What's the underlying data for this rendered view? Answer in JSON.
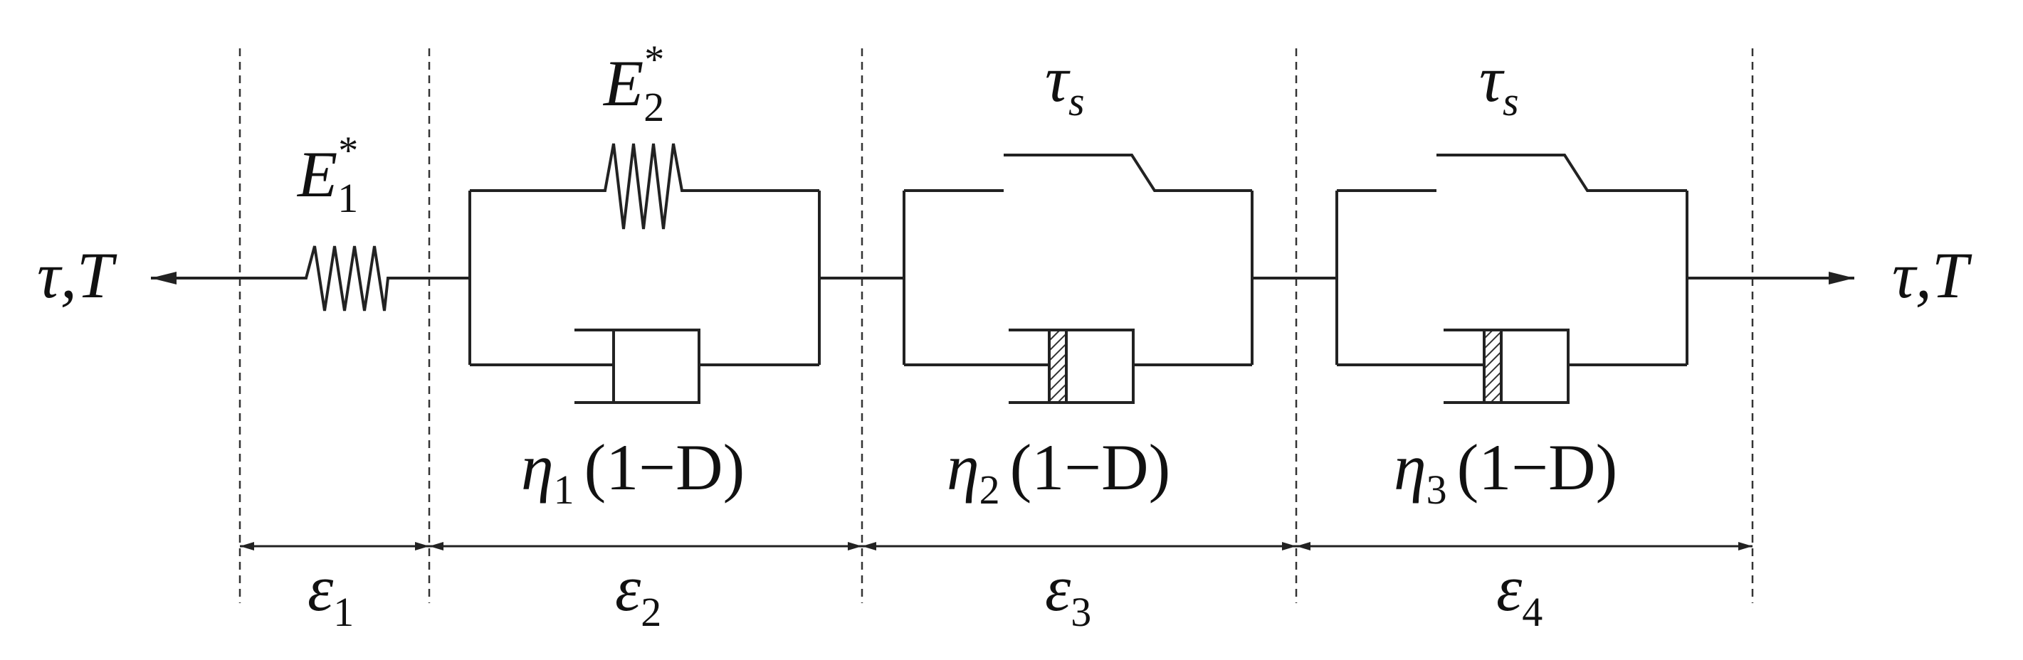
{
  "diagram": {
    "load_left": {
      "symbol": "τ,T"
    },
    "load_right": {
      "symbol": "τ,T"
    },
    "elements": {
      "spring1": {
        "symbol": "E",
        "subscript": "1",
        "superscript": "*"
      },
      "spring2": {
        "symbol": "E",
        "subscript": "2",
        "superscript": "*"
      },
      "dashpot1": {
        "symbol": "η",
        "subscript": "1",
        "factor": "(1−D)"
      },
      "dashpot2": {
        "symbol": "η",
        "subscript": "2",
        "factor": "(1−D)"
      },
      "dashpot3": {
        "symbol": "η",
        "subscript": "3",
        "factor": "(1−D)"
      },
      "slider1": {
        "symbol": "τ",
        "subscript": "s"
      },
      "slider2": {
        "symbol": "τ",
        "subscript": "s"
      }
    },
    "strains": [
      {
        "symbol": "ε",
        "subscript": "1"
      },
      {
        "symbol": "ε",
        "subscript": "2"
      },
      {
        "symbol": "ε",
        "subscript": "3"
      },
      {
        "symbol": "ε",
        "subscript": "4"
      }
    ],
    "colors": {
      "line": "#222222",
      "hatch": "#333333",
      "background": "#ffffff"
    }
  }
}
